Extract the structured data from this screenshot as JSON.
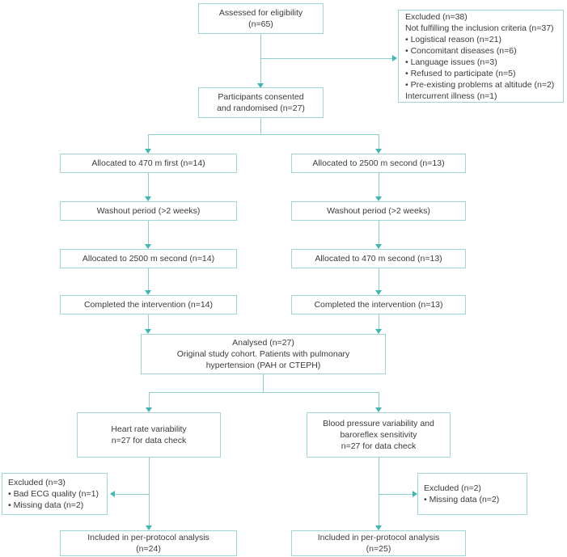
{
  "diagram": {
    "title": "CONSORT participant flow diagram",
    "accent_border_color": "#9ed6d4",
    "connector_color": "#8ecfcd",
    "arrow_color": "#3fb8b3",
    "text_color": "#3b3b3b"
  },
  "nodes": {
    "assessed": "Assessed for eligibility\n(n=65)",
    "excluded_top": "Excluded (n=38)\nNot fulfilling the inclusion criteria (n=37)\n• Logistical reason (n=21)\n• Concomitant diseases (n=6)\n• Language issues (n=3)\n• Refused to participate (n=5)\n• Pre-existing problems at altitude (n=2)\nIntercurrent illness (n=1)",
    "consented": "Participants consented\nand randomised (n=27)",
    "alloc_left_1": "Allocated to 470 m first (n=14)",
    "alloc_right_1": "Allocated to 2500 m second (n=13)",
    "washout_left": "Washout period (>2 weeks)",
    "washout_right": "Washout period (>2 weeks)",
    "alloc_left_2": "Allocated to 2500 m second (n=14)",
    "alloc_right_2": "Allocated to 470 m second (n=13)",
    "completed_left": "Completed the intervention (n=14)",
    "completed_right": "Completed the intervention (n=13)",
    "analysed": "Analysed (n=27)\nOriginal study cohort. Patients with pulmonary\nhypertension (PAH or CTEPH)",
    "hrv": "Heart rate variability\nn=27 for data check",
    "bpv": "Blood pressure variability and\nbaroreflex sensitivity\nn=27 for data check",
    "excluded_left": "Excluded (n=3)\n• Bad ECG quality (n=1)\n• Missing data (n=2)",
    "excluded_right": "Excluded (n=2)\n• Missing data (n=2)",
    "included_left": "Included in per-protocol analysis\n(n=24)",
    "included_right": "Included in per-protocol analysis\n(n=25)"
  }
}
